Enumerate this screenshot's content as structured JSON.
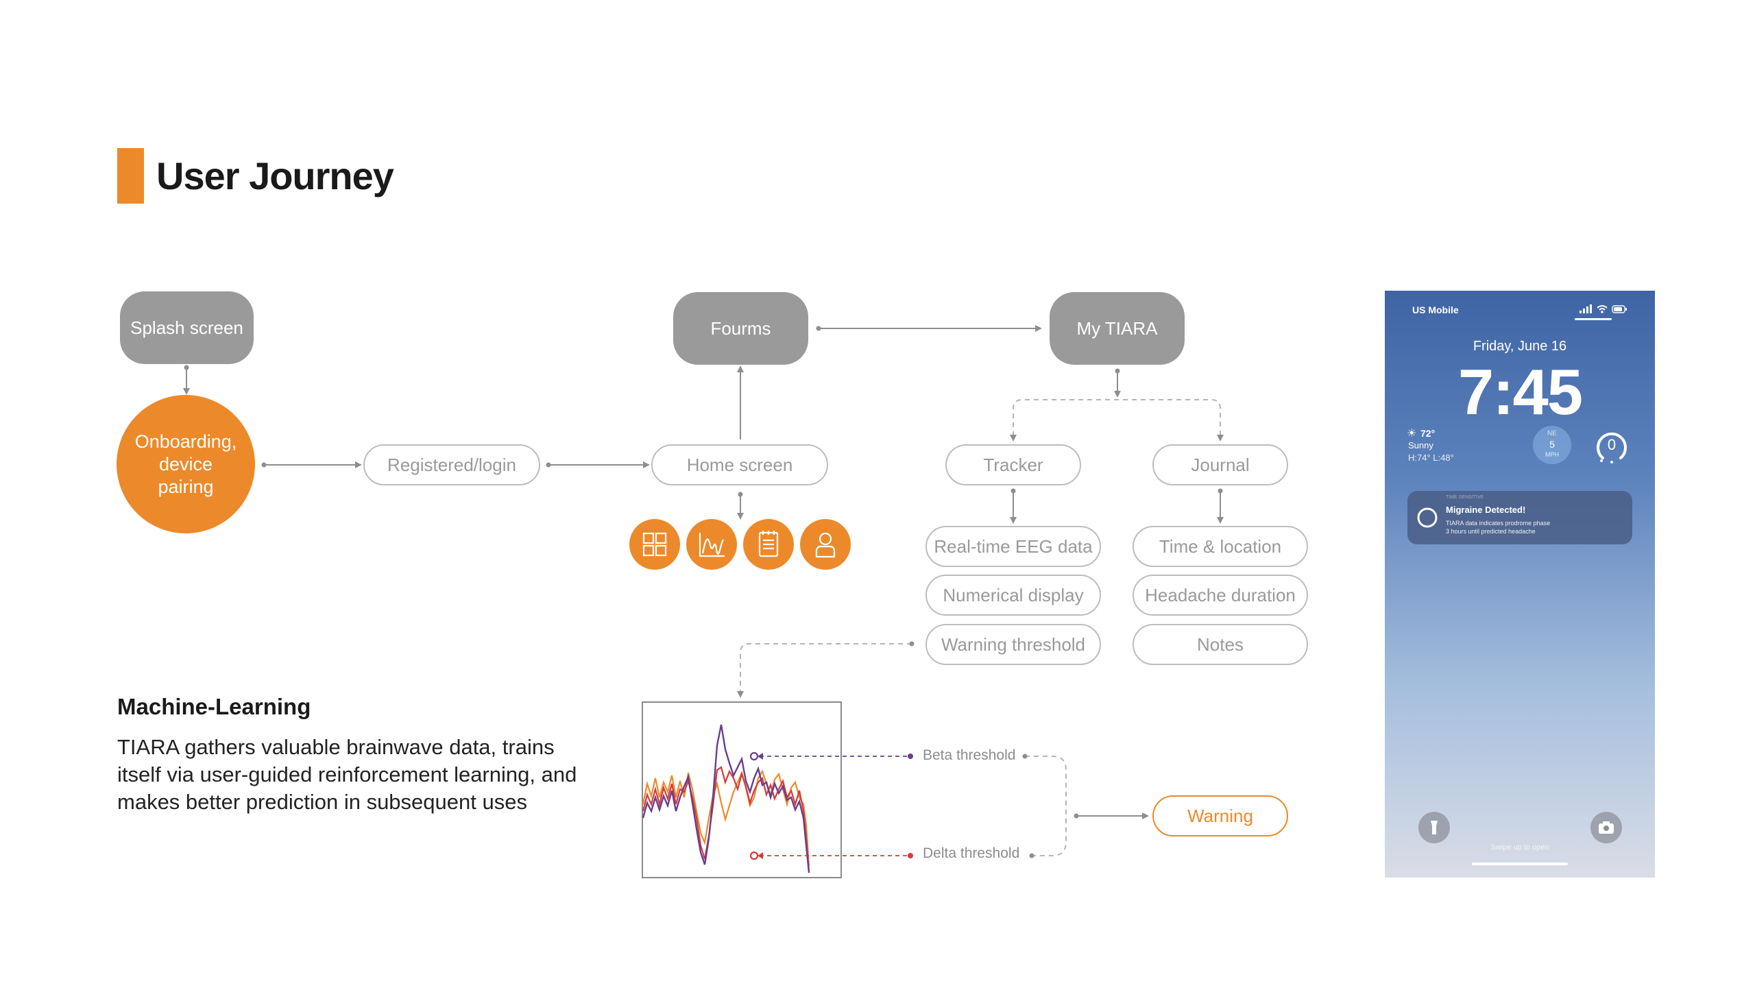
{
  "title": "User Journey",
  "nodes": {
    "splash": "Splash screen",
    "onboarding": "Onboarding, device pairing",
    "registered": "Registered/login",
    "home": "Home screen",
    "forums": "Fourms",
    "my_tiara": "My TIARA",
    "tracker": "Tracker",
    "journal": "Journal",
    "tracker_items": [
      "Real-time EEG data",
      "Numerical display",
      "Warning threshold"
    ],
    "journal_items": [
      "Time & location",
      "Headache duration",
      "Notes"
    ],
    "warning": "Warning"
  },
  "home_icons": [
    "dashboard-grid-icon",
    "brainwave-chart-icon",
    "notepad-icon",
    "profile-icon"
  ],
  "thresholds": {
    "beta": "Beta threshold",
    "delta": "Delta threshold"
  },
  "ml": {
    "heading": "Machine-Learning",
    "body": "TIARA gathers valuable brainwave data, trains itself via user-guided reinforcement learning, and makes better prediction in subsequent uses"
  },
  "phone": {
    "carrier": "US Mobile",
    "date": "Friday, June 16",
    "time": "7:45",
    "weather_temp": "72°",
    "weather_cond": "Sunny",
    "weather_range": "H:74° L:48°",
    "wind_dir": "NE",
    "wind_speed": "5",
    "wind_unit": "MPH",
    "gauge_value": "0",
    "notif_app": "TIME SENSITIVE",
    "notif_title": "Migraine Detected!",
    "notif_line1": "TIARA data indicates prodrome phase",
    "notif_line2": "3 hours until predicted headache",
    "swipe": "Swipe up to open"
  },
  "colors": {
    "accent": "#ec8a2b",
    "gray_node": "#9a9a9a",
    "beta": "#6a3d8f",
    "delta": "#d63a3a"
  }
}
